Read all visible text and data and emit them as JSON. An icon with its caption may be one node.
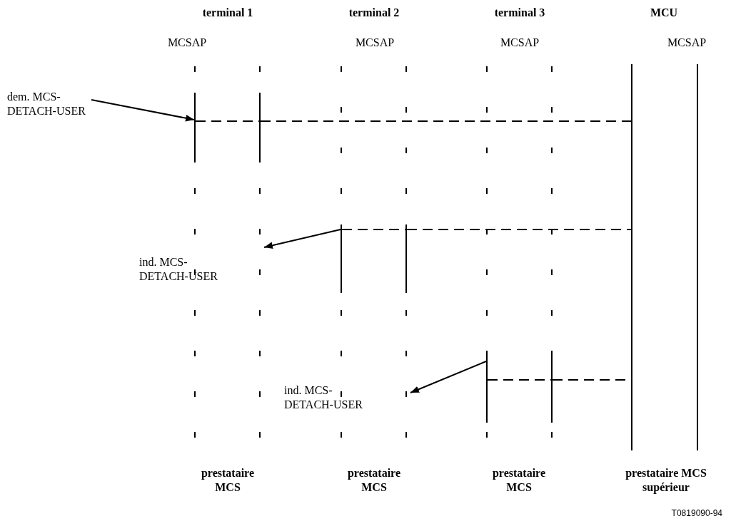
{
  "diagram": {
    "nodes": [
      {
        "text": [
          "dem. MCS-DETACH-USER"
        ]
      },
      {
        "text": [],
        "shape": "bar"
      },
      {
        "text": [],
        "shape": "bar"
      },
      {
        "text": [
          "ind. MCS-DETACH-USER"
        ]
      },
      {
        "text": [],
        "shape": "bar"
      },
      {
        "text": [],
        "shape": "bar"
      },
      {
        "text": [
          "ind. MCS-DETACH-USER"
        ]
      },
      {
        "text": [],
        "shape": "bar"
      },
      {
        "text": [],
        "shape": "bar"
      },
      {
        "text": [],
        "shape": "bar"
      },
      {
        "text": [],
        "shape": "bar"
      }
    ],
    "edges": [
      {
        "from": 0,
        "to": 1,
        "arrow": "to"
      },
      {
        "from": 1,
        "to": 2,
        "arrow": "none",
        "style": "dashed"
      },
      {
        "from": 2,
        "to": 9,
        "arrow": "none",
        "style": "dashed"
      },
      {
        "from": 4,
        "to": 3,
        "arrow": "to"
      },
      {
        "from": 4,
        "to": 5,
        "arrow": "none",
        "style": "dashed"
      },
      {
        "from": 5,
        "to": 9,
        "arrow": "none",
        "style": "dashed"
      },
      {
        "from": 7,
        "to": 6,
        "arrow": "to"
      },
      {
        "from": 7,
        "to": 8,
        "arrow": "none",
        "style": "dashed"
      },
      {
        "from": 8,
        "to": 9,
        "arrow": "none",
        "style": "dashed"
      }
    ],
    "labels": [
      "terminal 1",
      "terminal 2",
      "terminal 3",
      "MCU",
      "MCSAP",
      "MCSAP",
      "MCSAP",
      "MCSAP",
      "prestataire MCS",
      "prestataire MCS",
      "prestataire MCS",
      "prestataire MCS supérieur",
      "T0819090-94"
    ]
  }
}
